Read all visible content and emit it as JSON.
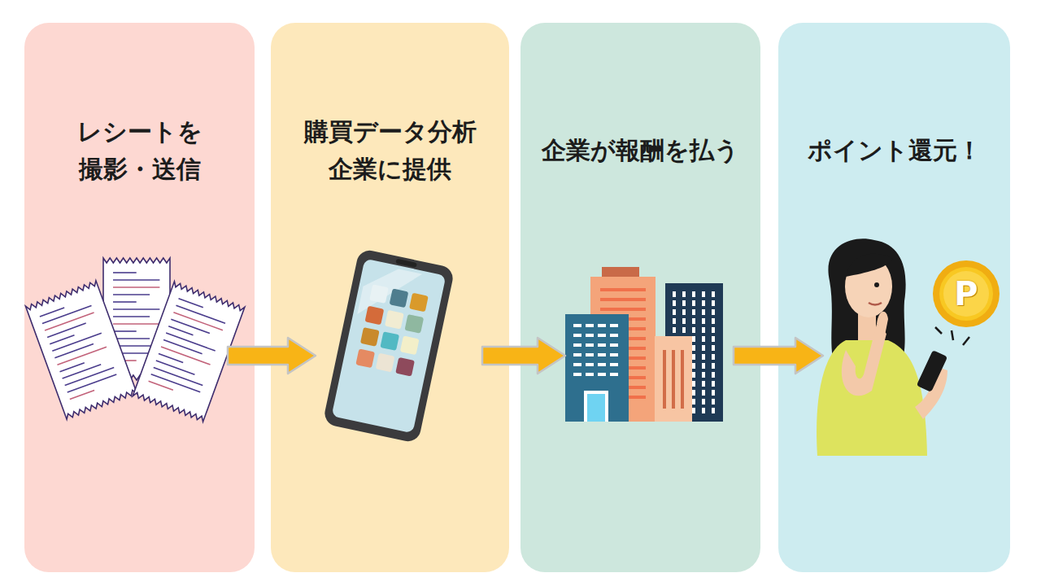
{
  "diagram": {
    "nodes": [
      {
        "text": [
          "レシートを 撮影・送信"
        ]
      },
      {
        "text": [
          "購買データ分析 企業に提供"
        ]
      },
      {
        "text": [
          "企業が報酬を払う"
        ]
      },
      {
        "text": [
          "ポイント還元！"
        ]
      }
    ],
    "edges": [
      {
        "from": 0,
        "to": 1,
        "arrow": "to"
      },
      {
        "from": 1,
        "to": 2,
        "arrow": "to"
      },
      {
        "from": 2,
        "to": 3,
        "arrow": "to"
      }
    ],
    "labels": [
      "P"
    ]
  }
}
